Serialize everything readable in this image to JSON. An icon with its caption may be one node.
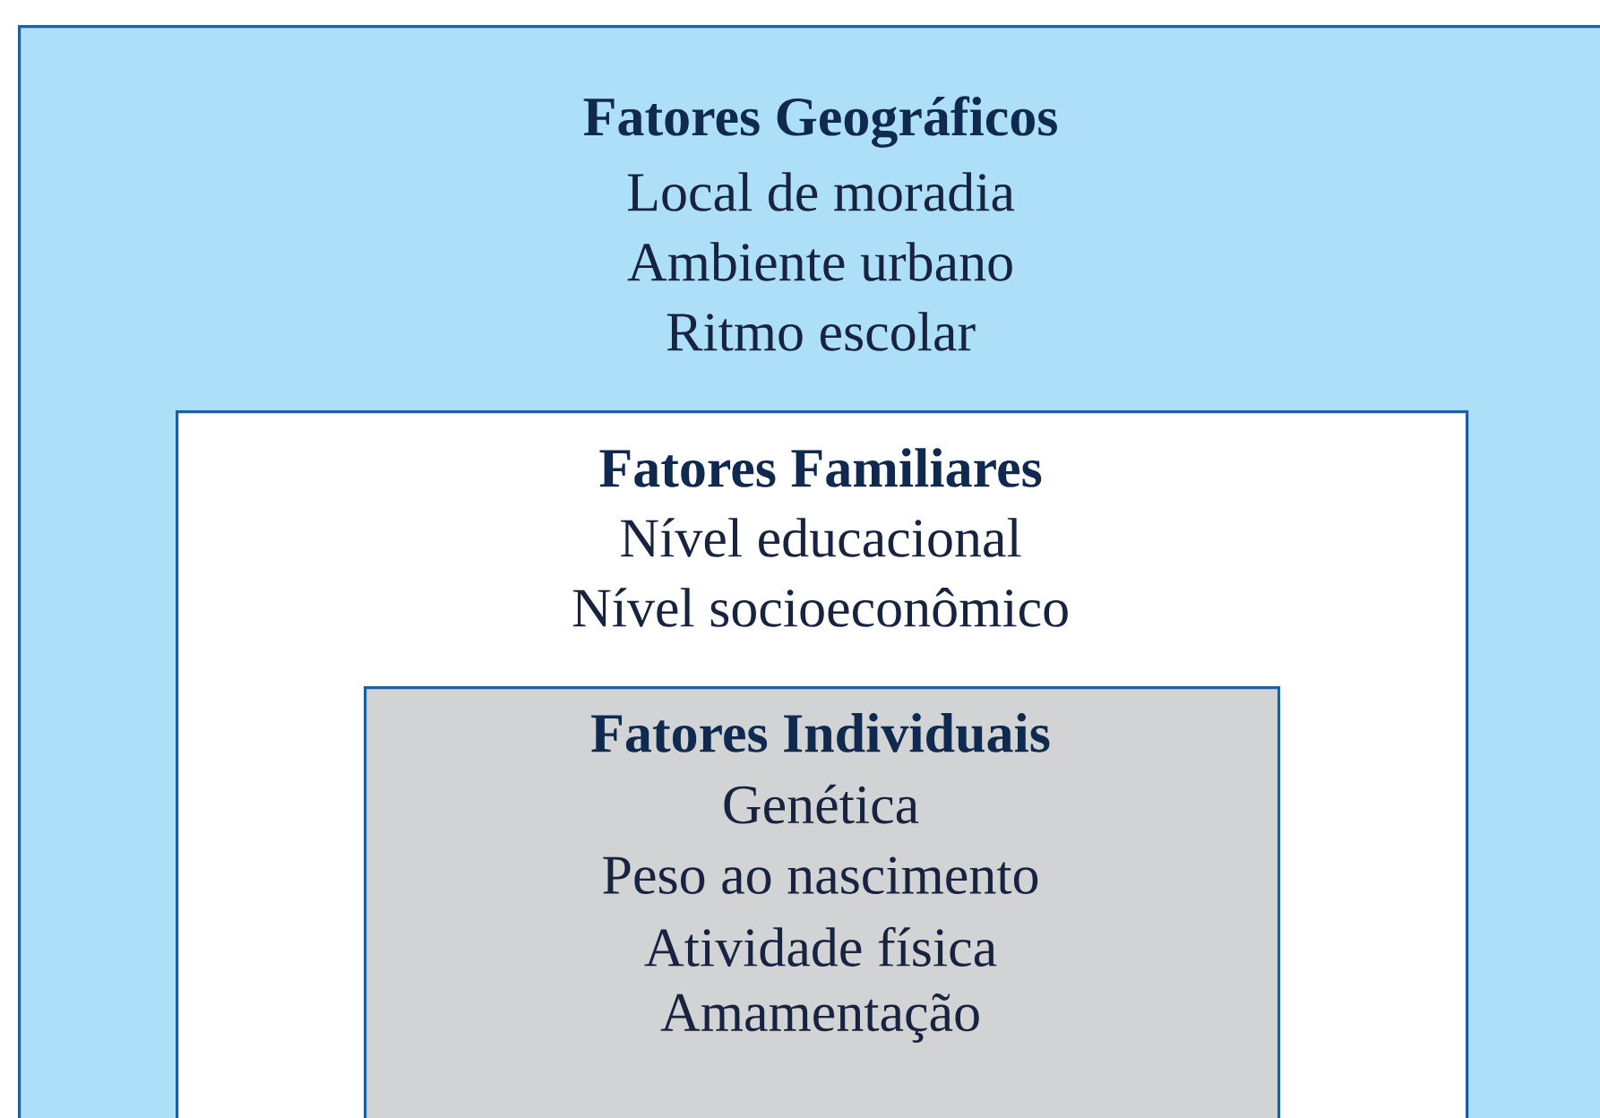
{
  "diagram": {
    "nodes": [
      {
        "text": [
          "Fatores Geográficos",
          "Local de moradia",
          "Ambiente urbano",
          "Ritmo escolar"
        ]
      },
      {
        "text": [
          "Fatores Familiares",
          "Nível educacional",
          "Nível socioeconômico"
        ],
        "in": 0
      },
      {
        "text": [
          "Fatores Individuais",
          "Genética",
          "Peso ao nascimento",
          "Atividade física",
          "Amamentação"
        ],
        "in": 1
      }
    ]
  }
}
